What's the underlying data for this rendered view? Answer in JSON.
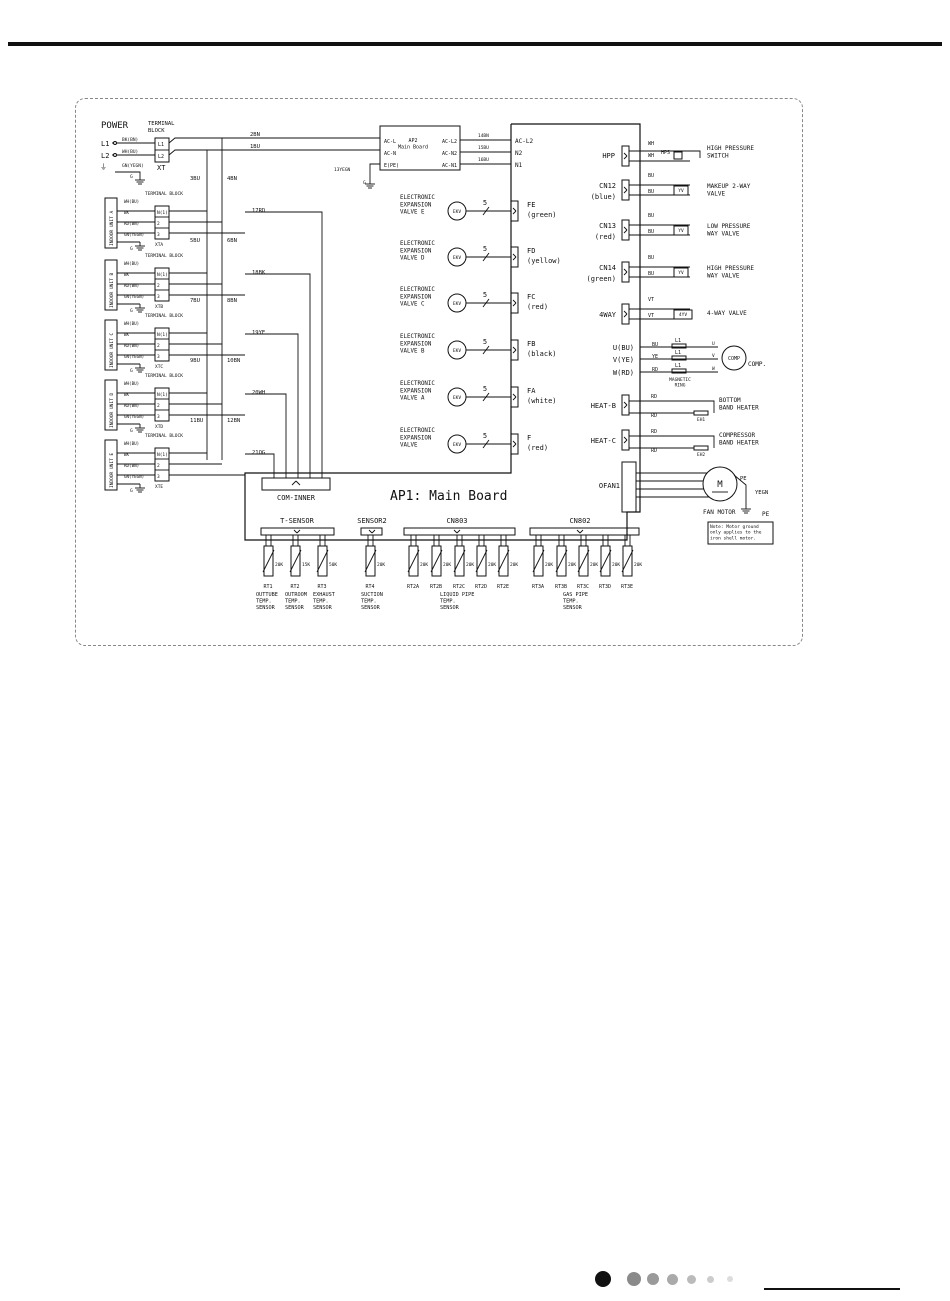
{
  "power": {
    "title": "POWER",
    "terminal_block": "TERMINAL\nBLOCK",
    "lines": [
      {
        "label": "L1",
        "wire": "BK(BN)",
        "term": "L1"
      },
      {
        "label": "L2",
        "wire": "WH(BU)",
        "term": "L2"
      }
    ],
    "ground_wire": "GN(YEGN)",
    "ground_label": "G",
    "xt": "XT"
  },
  "main_wires": {
    "w2": "2BN",
    "w1": "1BU",
    "w3": "3BU",
    "w4": "4BN",
    "w5": "5BU",
    "w6": "6BN",
    "w7": "7BU",
    "w8": "8BN",
    "w9": "9BU",
    "w10": "10BN",
    "w11": "11BU",
    "w12": "12BN",
    "w17": "17RD",
    "w18": "18BK",
    "w19": "19YE",
    "w20": "20WH",
    "w21": "21OG",
    "w13": "13YEGN",
    "w14": "14BN",
    "w15": "15BU",
    "w16": "16BU",
    "ground": "G"
  },
  "ap2": {
    "label": "AP2\nMain Board",
    "left_pins": [
      "AC-L",
      "AC-N",
      "E(PE)"
    ],
    "right_pins": [
      "AC-L2",
      "AC-N2",
      "AC-N1"
    ]
  },
  "ap1_inputs": [
    "AC-L2",
    "N2",
    "N1"
  ],
  "indoor_units": [
    {
      "name": "INDOOR UNIT A",
      "block": "XTA",
      "block_label": "TERMINAL BLOCK"
    },
    {
      "name": "INDOOR UNIT B",
      "block": "XTB",
      "block_label": "TERMINAL BLOCK"
    },
    {
      "name": "INDOOR UNIT C",
      "block": "XTC",
      "block_label": "TERMINAL BLOCK"
    },
    {
      "name": "INDOOR UNIT D",
      "block": "XTD",
      "block_label": "TERMINAL BLOCK"
    },
    {
      "name": "INDOOR UNIT E",
      "block": "XTE",
      "block_label": "TERMINAL BLOCK"
    }
  ],
  "indoor_wires": [
    "WH(BU)",
    "BK",
    "RD(BN)",
    "GN(YEGN)"
  ],
  "indoor_terms": [
    "N(1)",
    "2",
    "3"
  ],
  "indoor_ground": "G",
  "valves": [
    {
      "desc": "ELECTRONIC\nEXPANSION\nVALVE E",
      "conn": "FE",
      "color": "(green)",
      "pins": "5"
    },
    {
      "desc": "ELECTRONIC\nEXPANSION\nVALVE D",
      "conn": "FD",
      "color": "(yellow)",
      "pins": "5"
    },
    {
      "desc": "ELECTRONIC\nEXPANSION\nVALVE C",
      "conn": "FC",
      "color": "(red)",
      "pins": "5"
    },
    {
      "desc": "ELECTRONIC\nEXPANSION\nVALVE B",
      "conn": "FB",
      "color": "(black)",
      "pins": "5"
    },
    {
      "desc": "ELECTRONIC\nEXPANSION\nVALVE A",
      "conn": "FA",
      "color": "(white)",
      "pins": "5"
    },
    {
      "desc": "ELECTRONIC\nEXPANSION\nVALVE",
      "conn": "F",
      "color": "(red)",
      "pins": "5"
    }
  ],
  "ekv": "EKV",
  "com_inner": "COM-INNER",
  "ap1_title": "AP1: Main Board",
  "hpp": {
    "conn": "HPP",
    "wires": [
      "WH",
      "WH"
    ],
    "sw": "HPS",
    "desc": "HIGH PRESSURE\nSWITCH"
  },
  "coil_valves": [
    {
      "conn": "CN12\n(blue)",
      "wires": [
        "BU",
        "BU"
      ],
      "coil": "YV",
      "desc": "MAKEUP 2-WAY\nVALVE"
    },
    {
      "conn": "CN13\n(red)",
      "wires": [
        "BU",
        "BU"
      ],
      "coil": "YV",
      "desc": "LOW PRESSURE\nWAY VALVE"
    },
    {
      "conn": "CN14\n(green)",
      "wires": [
        "BU",
        "BU"
      ],
      "coil": "YV",
      "desc": "HIGH PRESSURE\nWAY VALVE"
    }
  ],
  "fourway": {
    "conn": "4WAY",
    "wires": [
      "VT",
      "VT"
    ],
    "coil": "4YV",
    "desc": "4-WAY VALVE"
  },
  "compressor": {
    "phases": [
      {
        "conn": "U(BU)",
        "wire": "BU",
        "coil": "L1",
        "term": "U"
      },
      {
        "conn": "V(YE)",
        "wire": "YE",
        "coil": "L1",
        "term": "V"
      },
      {
        "conn": "W(RD)",
        "wire": "RD",
        "coil": "L1",
        "term": "W"
      }
    ],
    "ring": "MAGNETIC\nRING",
    "comp": "COMP",
    "label": "COMP."
  },
  "heaters": [
    {
      "conn": "HEAT-B",
      "wires": [
        "RD",
        "RD"
      ],
      "eh": "EH1",
      "desc": "BOTTOM\nBAND HEATER"
    },
    {
      "conn": "HEAT-C",
      "wires": [
        "RD",
        "RD"
      ],
      "eh": "EH2",
      "desc": "COMPRESSOR\nBAND HEATER"
    }
  ],
  "fan": {
    "conn": "OFAN1",
    "motor": "M",
    "pe": "PE",
    "yegn": "YEGN",
    "label": "FAN MOTOR",
    "pe2": "PE",
    "note": "Note: Motor ground\nonly applies to the\niron shell motor."
  },
  "sensor_groups": [
    {
      "name": "T-SENSOR",
      "sensors": [
        {
          "id": "RT1",
          "val": "20K"
        },
        {
          "id": "RT2",
          "val": "15K"
        },
        {
          "id": "RT3",
          "val": "50K"
        }
      ],
      "desc": [
        "OUTTUBE\nTEMP.\nSENSOR",
        "OUTROOM\nTEMP.\nSENSOR",
        "EXHAUST\nTEMP.\nSENSOR"
      ]
    },
    {
      "name": "SENSOR2",
      "sensors": [
        {
          "id": "RT4",
          "val": "20K"
        }
      ],
      "desc": [
        "SUCTION\nTEMP.\nSENSOR"
      ]
    },
    {
      "name": "CN803",
      "sensors": [
        {
          "id": "RT2A",
          "val": "20K"
        },
        {
          "id": "RT2B",
          "val": "20K"
        },
        {
          "id": "RT2C",
          "val": "20K"
        },
        {
          "id": "RT2D",
          "val": "20K"
        },
        {
          "id": "RT2E",
          "val": "20K"
        }
      ],
      "desc": [
        "LIQUID PIPE\nTEMP.\nSENSOR"
      ]
    },
    {
      "name": "CN802",
      "sensors": [
        {
          "id": "RT3A",
          "val": "20K"
        },
        {
          "id": "RT3B",
          "val": "20K"
        },
        {
          "id": "RT3C",
          "val": "20K"
        },
        {
          "id": "RT3D",
          "val": "20K"
        },
        {
          "id": "RT3E",
          "val": "20K"
        }
      ],
      "desc": [
        "GAS PIPE\nTEMP.\nSENSOR"
      ]
    }
  ],
  "colors": {
    "line": "#111111",
    "frame": "#888888",
    "dot_dark": "#111111",
    "dot_grey": "#8a8a8a"
  },
  "page_dots": 7
}
